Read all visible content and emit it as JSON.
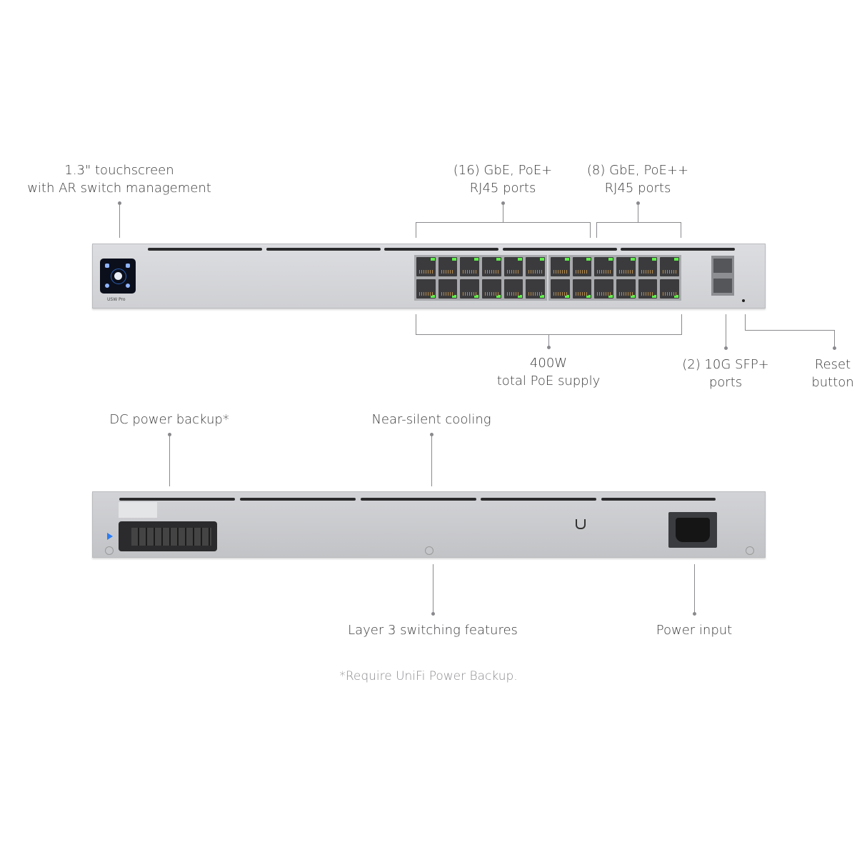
{
  "callouts": {
    "touchscreen": [
      "1.3\" touchscreen",
      "with AR switch management"
    ],
    "poe_plus": [
      "(16) GbE, PoE+",
      "RJ45 ports"
    ],
    "poe_plus_plus": [
      "(8) GbE, PoE++",
      "RJ45 ports"
    ],
    "poe_supply": [
      "400W",
      "total PoE supply"
    ],
    "sfp": [
      "(2) 10G SFP+",
      "ports"
    ],
    "reset": [
      "Reset",
      "button"
    ],
    "dc_backup": "DC power backup*",
    "cooling": "Near-silent cooling",
    "layer3": "Layer 3 switching features",
    "power_input": "Power input"
  },
  "footnote": "*Require UniFi Power Backup.",
  "device": {
    "model_mark": "USW Pro",
    "led_color": "#5ff04a",
    "ports": 24,
    "sfp_ports": 2
  }
}
